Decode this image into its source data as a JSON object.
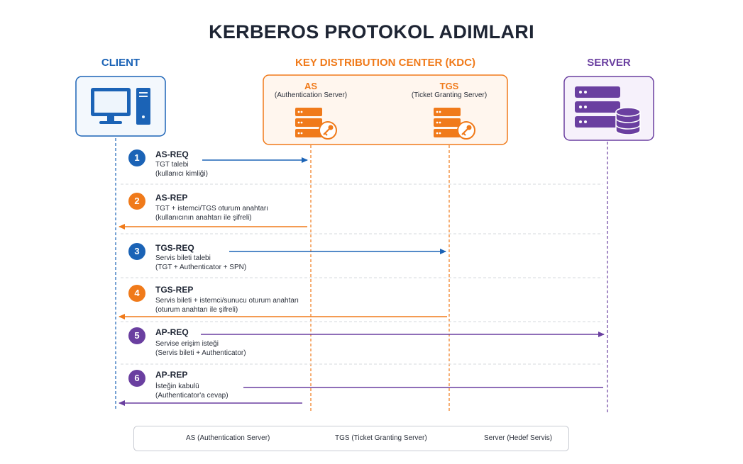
{
  "title": "KERBEROS PROTOKOL ADIMLARI",
  "columns": {
    "client": "CLIENT",
    "kdc": "KEY DISTRIBUTION CENTER (KDC)",
    "server": "SERVER"
  },
  "kdc_units": {
    "as": {
      "title": "AS",
      "desc": "(Authentication Server)"
    },
    "tgs": {
      "title": "TGS",
      "desc": "(Ticket Granting Server)"
    }
  },
  "colors": {
    "blue": "#1b63b6",
    "orange": "#f07a1a",
    "purple": "#6a3fa0"
  },
  "icons": {
    "client": "desktop-computer-icon",
    "as": "server-with-key-icon",
    "tgs": "server-with-key-icon",
    "server": "server-with-database-icon"
  },
  "steps": [
    {
      "number": "1",
      "label": "AS-REQ",
      "lines": [
        "TGT talebi",
        "(kullanıcı kimliği)"
      ],
      "from": "client",
      "to": "as",
      "color": "blue"
    },
    {
      "number": "2",
      "label": "AS-REP",
      "lines": [
        "TGT + istemci/TGS oturum anahtarı",
        "(kullanıcının anahtarı ile şifreli)"
      ],
      "from": "as",
      "to": "client",
      "color": "orange"
    },
    {
      "number": "3",
      "label": "TGS-REQ",
      "lines": [
        "Servis bileti talebi",
        "(TGT + Authenticator + SPN)"
      ],
      "from": "client",
      "to": "tgs",
      "color": "blue"
    },
    {
      "number": "4",
      "label": "TGS-REP",
      "lines": [
        "Servis bileti + istemci/sunucu oturum anahtarı",
        "(oturum anahtarı ile şifreli)"
      ],
      "from": "tgs",
      "to": "client",
      "color": "orange"
    },
    {
      "number": "5",
      "label": "AP-REQ",
      "lines": [
        "Servise erişim isteği",
        "(Servis bileti + Authenticator)"
      ],
      "from": "client",
      "to": "server",
      "color": "purple"
    },
    {
      "number": "6",
      "label": "AP-REP",
      "lines": [
        "İsteğin kabulü",
        "(Authenticator'a cevap)"
      ],
      "from": "server",
      "to": "client",
      "color": "purple"
    }
  ],
  "legend": [
    {
      "label": "AS (Authentication Server)",
      "color": "blue"
    },
    {
      "label": "TGS (Ticket Granting Server)",
      "color": "orange"
    },
    {
      "label": "Server (Hedef Servis)",
      "color": "purple"
    }
  ]
}
